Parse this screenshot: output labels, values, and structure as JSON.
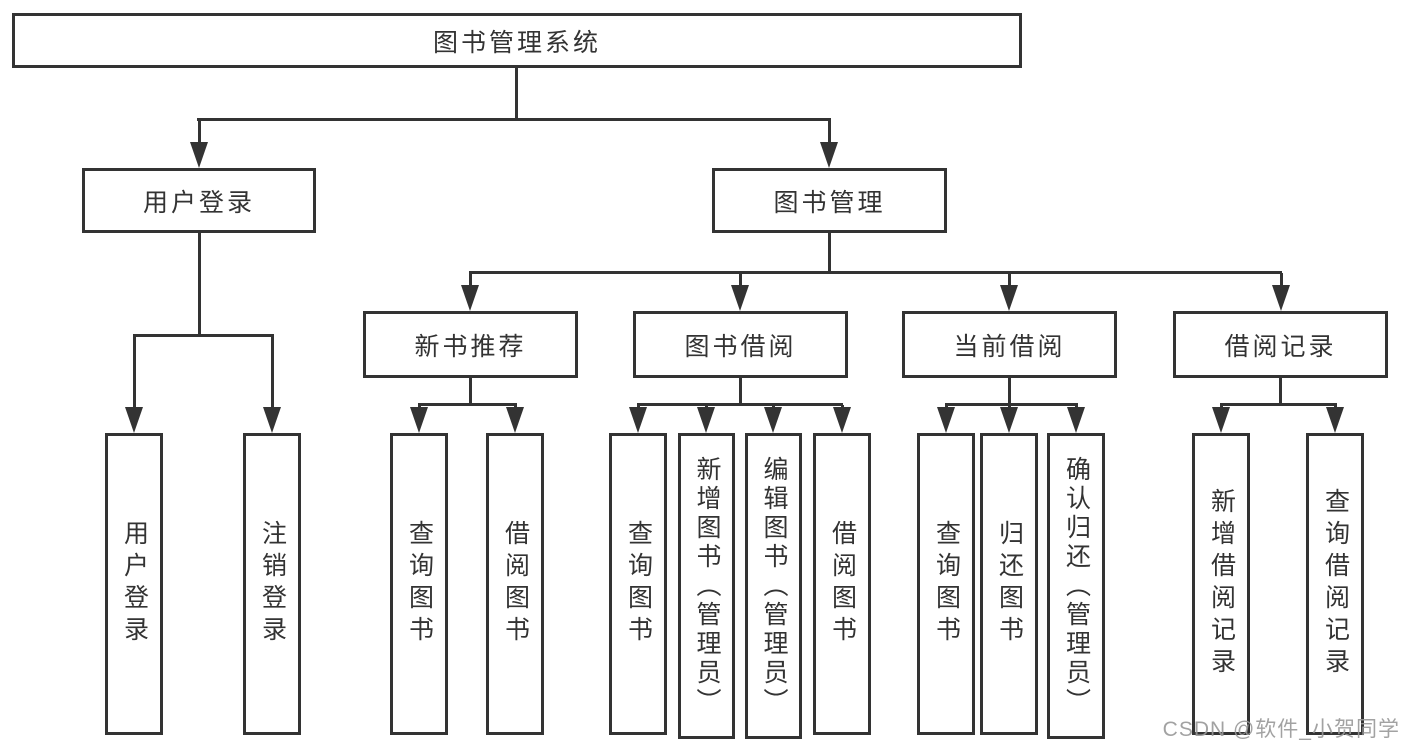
{
  "diagram": {
    "title_node": "图书管理系统",
    "level2": {
      "user_login": "用户登录",
      "book_management": "图书管理"
    },
    "level3": {
      "new_book_recommend": "新书推荐",
      "book_borrow": "图书借阅",
      "current_borrow": "当前借阅",
      "borrow_record": "借阅记录"
    },
    "leaves": {
      "user_login": "用户登录",
      "user_logout": "注销登录",
      "nb_query_book": "查询图书",
      "nb_borrow_book": "借阅图书",
      "bb_query_book": "查询图书",
      "bb_add_book_admin": "新增图书（管理员）",
      "bb_edit_book_admin": "编辑图书（管理员）",
      "bb_borrow_book": "借阅图书",
      "cb_query_book": "查询图书",
      "cb_return_book": "归还图书",
      "cb_confirm_return_admin": "确认归还（管理员）",
      "br_add_record": "新增借阅记录",
      "br_query_record": "查询借阅记录"
    }
  },
  "watermark": {
    "text": "CSDN @软件_小贺同学"
  },
  "colors": {
    "line": "#333333",
    "text": "#333333",
    "watermark": "#999999",
    "background": "#ffffff"
  }
}
